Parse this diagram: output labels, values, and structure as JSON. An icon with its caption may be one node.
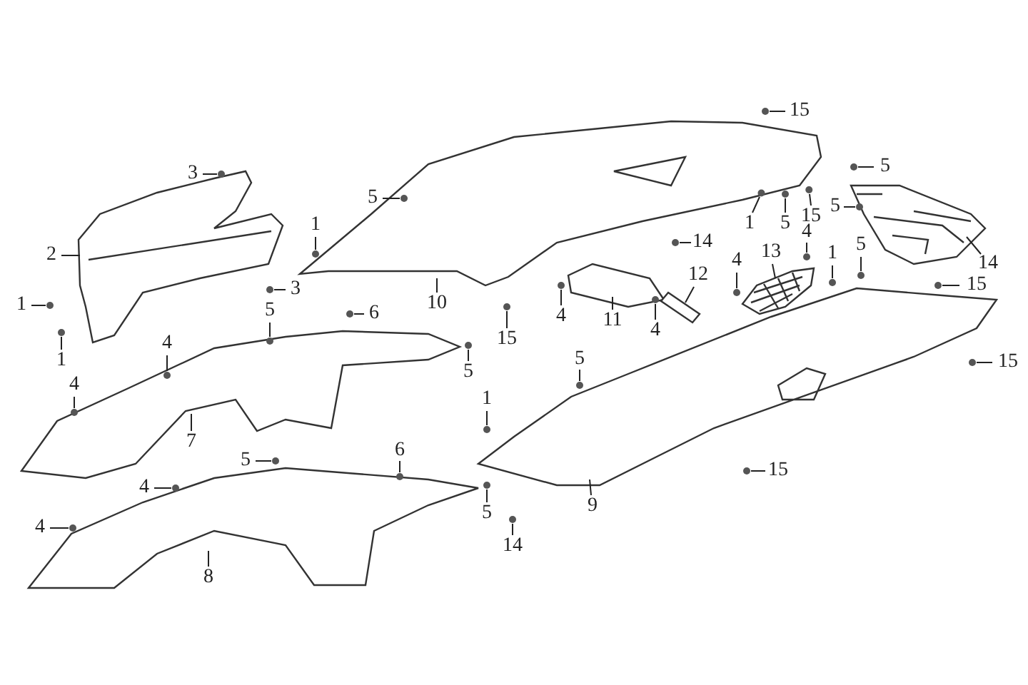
{
  "diagram": {
    "nodes": [
      {
        "text": [
          "15"
        ]
      },
      {
        "text": [
          "5"
        ]
      },
      {
        "text": [
          "3"
        ]
      },
      {
        "text": [
          "5"
        ]
      },
      {
        "text": [
          "5"
        ]
      },
      {
        "text": [
          "1"
        ]
      },
      {
        "text": [
          "5"
        ]
      },
      {
        "text": [
          "15"
        ]
      },
      {
        "text": [
          "1"
        ]
      },
      {
        "text": [
          "14"
        ]
      },
      {
        "text": [
          "4"
        ]
      },
      {
        "text": [
          "13"
        ]
      },
      {
        "text": [
          "1"
        ]
      },
      {
        "text": [
          "5"
        ]
      },
      {
        "text": [
          "2"
        ]
      },
      {
        "text": [
          "4"
        ]
      },
      {
        "text": [
          "14"
        ]
      },
      {
        "text": [
          "12"
        ]
      },
      {
        "text": [
          "15"
        ]
      },
      {
        "text": [
          "3"
        ]
      },
      {
        "text": [
          "1"
        ]
      },
      {
        "text": [
          "10"
        ]
      },
      {
        "text": [
          "5"
        ]
      },
      {
        "text": [
          "6"
        ]
      },
      {
        "text": [
          "4"
        ]
      },
      {
        "text": [
          "11"
        ]
      },
      {
        "text": [
          "4"
        ]
      },
      {
        "text": [
          "15"
        ]
      },
      {
        "text": [
          "4"
        ]
      },
      {
        "text": [
          "5"
        ]
      },
      {
        "text": [
          "1"
        ]
      },
      {
        "text": [
          "15"
        ]
      },
      {
        "text": [
          "5"
        ]
      },
      {
        "text": [
          "4"
        ]
      },
      {
        "text": [
          "1"
        ]
      },
      {
        "text": [
          "7"
        ]
      },
      {
        "text": [
          "6"
        ]
      },
      {
        "text": [
          "5"
        ]
      },
      {
        "text": [
          "15"
        ]
      },
      {
        "text": [
          "4"
        ]
      },
      {
        "text": [
          "9"
        ]
      },
      {
        "text": [
          "5"
        ]
      },
      {
        "text": [
          "4"
        ]
      },
      {
        "text": [
          "14"
        ]
      },
      {
        "text": [
          "8"
        ]
      }
    ],
    "edges": [
      {
        "from": 0,
        "to": null,
        "arrow": "none"
      },
      {
        "from": 1,
        "to": null,
        "arrow": "none"
      },
      {
        "from": 2,
        "to": null,
        "arrow": "none"
      },
      {
        "from": 3,
        "to": null,
        "arrow": "none"
      },
      {
        "from": 4,
        "to": null,
        "arrow": "none"
      },
      {
        "from": 5,
        "to": null,
        "arrow": "none"
      },
      {
        "from": 6,
        "to": null,
        "arrow": "none"
      },
      {
        "from": 7,
        "to": null,
        "arrow": "none"
      },
      {
        "from": 8,
        "to": null,
        "arrow": "none"
      },
      {
        "from": 9,
        "to": null,
        "arrow": "none"
      },
      {
        "from": 10,
        "to": null,
        "arrow": "none"
      },
      {
        "from": 11,
        "to": null,
        "arrow": "none"
      },
      {
        "from": 12,
        "to": null,
        "arrow": "none"
      },
      {
        "from": 13,
        "to": null,
        "arrow": "none"
      },
      {
        "from": 14,
        "to": null,
        "arrow": "none"
      },
      {
        "from": 15,
        "to": null,
        "arrow": "none"
      },
      {
        "from": 16,
        "to": null,
        "arrow": "none"
      },
      {
        "from": 17,
        "to": null,
        "arrow": "none"
      },
      {
        "from": 18,
        "to": null,
        "arrow": "none"
      },
      {
        "from": 19,
        "to": null,
        "arrow": "none"
      },
      {
        "from": 20,
        "to": null,
        "arrow": "none"
      },
      {
        "from": 21,
        "to": null,
        "arrow": "none"
      },
      {
        "from": 22,
        "to": null,
        "arrow": "none"
      },
      {
        "from": 23,
        "to": null,
        "arrow": "none"
      },
      {
        "from": 24,
        "to": null,
        "arrow": "none"
      },
      {
        "from": 25,
        "to": null,
        "arrow": "none"
      },
      {
        "from": 26,
        "to": null,
        "arrow": "none"
      },
      {
        "from": 27,
        "to": null,
        "arrow": "none"
      },
      {
        "from": 28,
        "to": null,
        "arrow": "none"
      },
      {
        "from": 29,
        "to": null,
        "arrow": "none"
      },
      {
        "from": 30,
        "to": null,
        "arrow": "none"
      },
      {
        "from": 31,
        "to": null,
        "arrow": "none"
      },
      {
        "from": 32,
        "to": null,
        "arrow": "none"
      },
      {
        "from": 33,
        "to": null,
        "arrow": "none"
      },
      {
        "from": 34,
        "to": null,
        "arrow": "none"
      },
      {
        "from": 35,
        "to": null,
        "arrow": "none"
      },
      {
        "from": 36,
        "to": null,
        "arrow": "none"
      },
      {
        "from": 37,
        "to": null,
        "arrow": "none"
      },
      {
        "from": 38,
        "to": null,
        "arrow": "none"
      },
      {
        "from": 39,
        "to": null,
        "arrow": "none"
      },
      {
        "from": 40,
        "to": null,
        "arrow": "none"
      },
      {
        "from": 41,
        "to": null,
        "arrow": "none"
      },
      {
        "from": 42,
        "to": null,
        "arrow": "none"
      },
      {
        "from": 43,
        "to": null,
        "arrow": "none"
      },
      {
        "from": 44,
        "to": null,
        "arrow": "none"
      }
    ]
  }
}
